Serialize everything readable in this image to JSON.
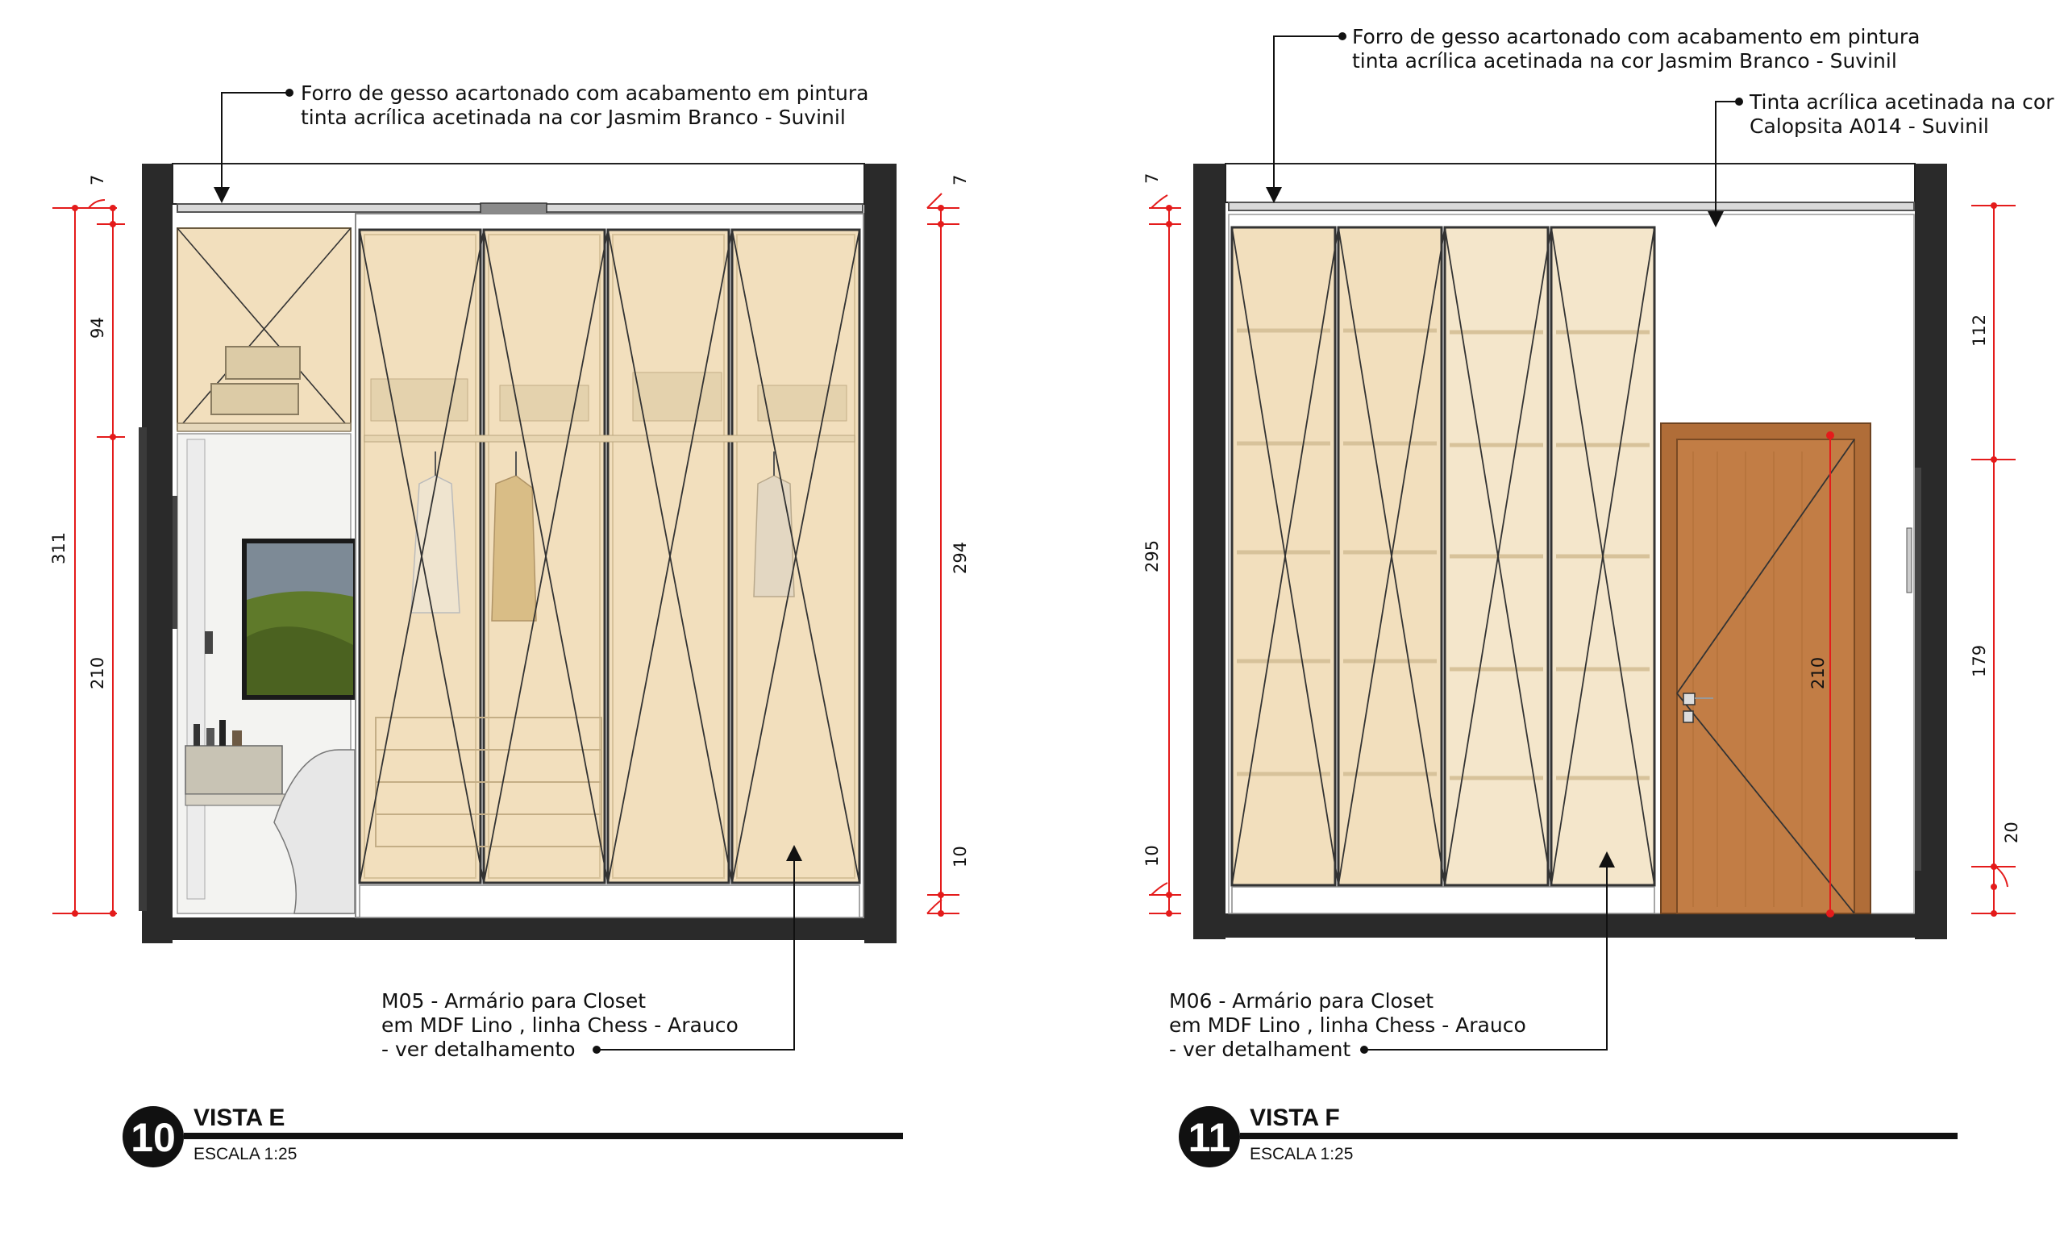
{
  "views": [
    {
      "number": "10",
      "title": "VISTA E",
      "scale": "ESCALA 1:25",
      "note_top": [
        "Forro de gesso acartonado com acabamento em pintura",
        "tinta acrílica acetinada na cor Jasmim Branco - Suvinil"
      ],
      "note_bottom": [
        "M05 - Armário para Closet",
        "em MDF Lino , linha Chess - Arauco",
        "- ver detalhamento"
      ],
      "dims_left": {
        "total": "311",
        "top": "7",
        "upper": "94",
        "lower": "210"
      },
      "dims_right": {
        "top": "7",
        "main": "294",
        "bottom": "10"
      }
    },
    {
      "number": "11",
      "title": "VISTA F",
      "scale": "ESCALA 1:25",
      "note_top": [
        "Forro de gesso acartonado com acabamento em pintura",
        "tinta acrílica acetinada na cor Jasmim Branco - Suvinil"
      ],
      "note_paint": [
        "Tinta acrílica acetinada na cor",
        "Calopsita A014 - Suvinil"
      ],
      "note_bottom": [
        "M06 - Armário para Closet",
        "em MDF Lino , linha Chess - Arauco",
        "- ver detalhament"
      ],
      "dims_left": {
        "top": "7",
        "main": "295",
        "bottom": "10"
      },
      "dims_right": {
        "upper": "112",
        "lower": "179",
        "bottom": "20"
      },
      "door_height": "210"
    }
  ],
  "colors": {
    "wall": "#2a2a2a",
    "cabinet": "#f2dfbd",
    "cabinet_edge": "#d7c29a",
    "door_wood": "#c27d45",
    "dimension_red": "#e41b1b",
    "screen_sky": "#7d8a96",
    "screen_grass": "#5f7a2a"
  }
}
